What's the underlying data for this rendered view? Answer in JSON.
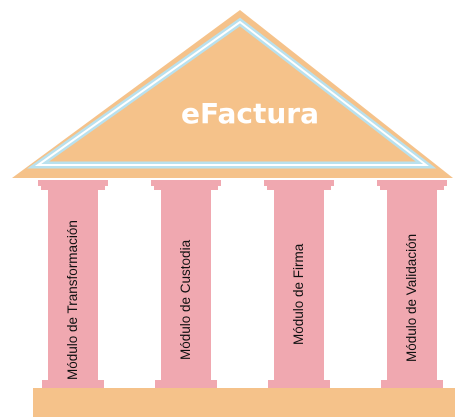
{
  "temple": {
    "title": "eFactura",
    "pillars": [
      {
        "label": "Módulo de Transformación"
      },
      {
        "label": "Módulo de Custodia"
      },
      {
        "label": "Módulo de Firma"
      },
      {
        "label": "Módulo de Validación"
      }
    ]
  },
  "colors": {
    "roof": "#f5c28a",
    "roof_border_outer": "#b9e1ee",
    "roof_border_inner": "#ffffff",
    "pillar": "#f0a8b0",
    "base": "#f5c28a"
  }
}
